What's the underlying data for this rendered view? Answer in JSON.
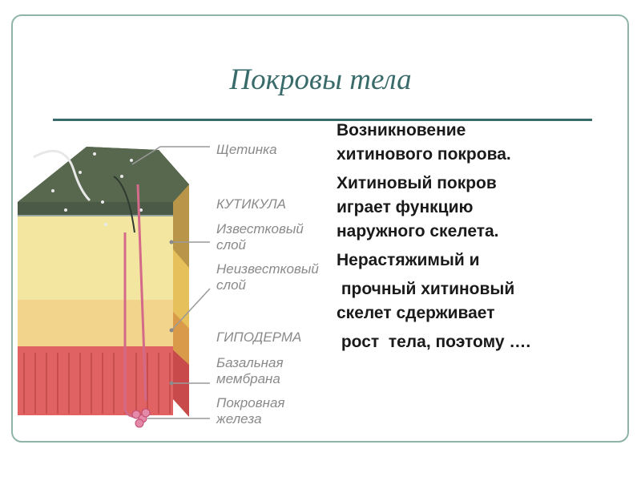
{
  "slide": {
    "title": "Покровы тела",
    "colors": {
      "title": "#3a6b6b",
      "frame": "#8fb5a8",
      "text": "#1a1a1a",
      "label": "#8a8a8a"
    }
  },
  "diagram": {
    "labels": {
      "bristle": "Щетинка",
      "cuticle": "КУТИКУЛА",
      "calcified_line1": "Известковый",
      "calcified_line2": "слой",
      "noncalcified_line1": "Неизвестковый",
      "noncalcified_line2": "слой",
      "hypodermis": "ГИПОДЕРМА",
      "basal_line1": "Базальная",
      "basal_line2": "мембрана",
      "gland_line1": "Покровная",
      "gland_line2": "железа"
    }
  },
  "text": {
    "lines": [
      "Возникновение",
      "хитинового покрова.",
      "Хитиновый покров",
      "играет функцию",
      "наружного скелета.",
      "Нерастяжимый и",
      " прочный хитиновый",
      "скелет сдерживает",
      " рост  тела, поэтому …."
    ]
  }
}
